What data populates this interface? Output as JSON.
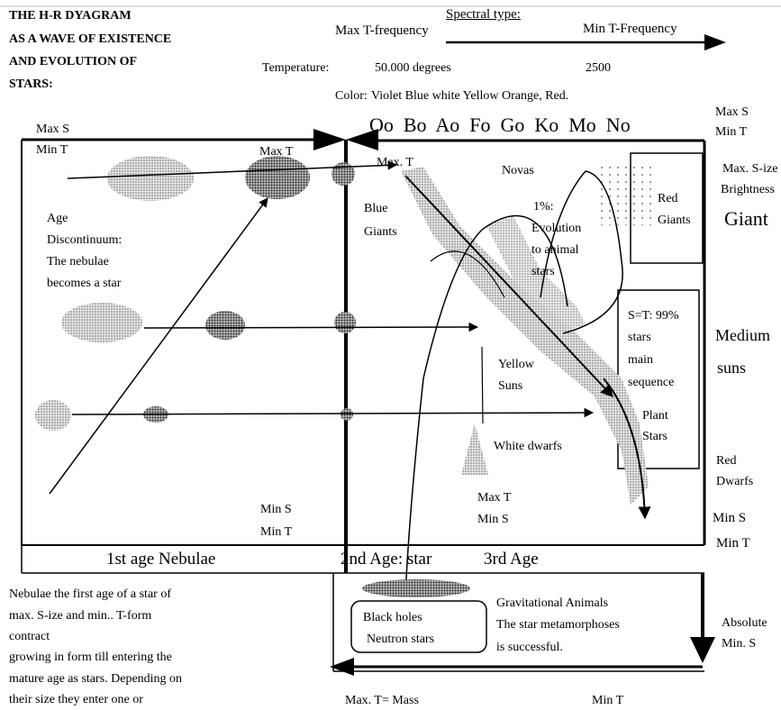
{
  "title": [
    "THE H-R DYAGRAM",
    "AS A WAVE OF EXISTENCE",
    "AND EVOLUTION OF",
    "STARS:"
  ],
  "spectral": {
    "heading": "Spectral type:",
    "max_freq": "Max T-frequency",
    "min_freq": "Min T-Frequency",
    "temperature_label": "Temperature:",
    "temperature_max": "50.000  degrees",
    "temperature_min": "2500",
    "color_label": "Color:",
    "colors": "Violet Blue white  Yellow Orange, Red.",
    "classes": "Oo  Bo  Ao  Fo  Go  Ko  Mo  No"
  },
  "corners": {
    "top_left": [
      "Max S",
      "Min T"
    ],
    "top_right": [
      "Max S",
      "Min T"
    ],
    "top_mid": "Max T",
    "bottom_mid": [
      "Min S",
      "Min T"
    ],
    "bottom_right": [
      "Min S",
      "Min T"
    ],
    "center_bottom": [
      "Max T",
      "Min S"
    ]
  },
  "right_side": {
    "brightness": [
      "Max. S-ize",
      "Brightness"
    ],
    "giant": "Giant",
    "medium": [
      "Medium",
      "suns"
    ],
    "red_dwarfs": [
      "Red",
      "Dwarfs"
    ],
    "absolute": [
      "Absolute",
      "Min. S"
    ]
  },
  "inner": {
    "max_t": "Max. T",
    "novas": "Novas",
    "red_giants": [
      "Red",
      "Giants"
    ],
    "blue_giants": [
      "Blue",
      "Giants"
    ],
    "evolution": [
      "1%:",
      "Evolution",
      "to animal",
      "stars"
    ],
    "main_seq": [
      "S=T: 99%",
      "stars",
      "main",
      "sequence"
    ],
    "plant": [
      "Plant",
      "Stars"
    ],
    "yellow": [
      "Yellow",
      "Suns"
    ],
    "white_dwarfs": "White dwarfs",
    "age_disc": [
      "Age",
      "Discontinuum:",
      "The nebulae",
      "becomes a star"
    ]
  },
  "ages": {
    "first": "1st age Nebulae",
    "second": "2nd Age: star",
    "third": "3rd Age"
  },
  "bottom": {
    "black_holes": [
      "Black holes",
      "Neutron stars"
    ],
    "grav": [
      "Gravitational Animals",
      "The star metamorphoses",
      "is successful."
    ],
    "max_mass": "Max. T= Mass",
    "min_t": "Min T"
  },
  "note": [
    "Nebulae the first age of  a star of",
    "max. S-ize and min.. T-form",
    "contract",
    "growing in form till entering the",
    "mature age as stars. Depending on",
    "their size they enter one or"
  ]
}
